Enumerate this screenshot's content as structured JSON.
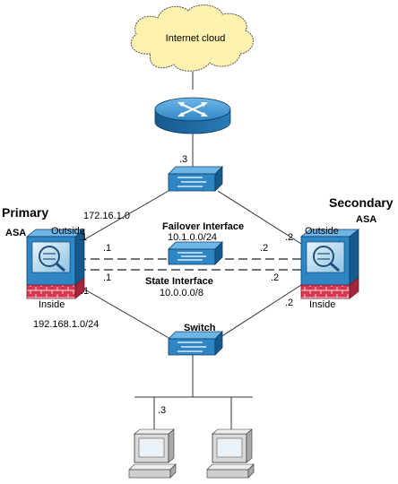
{
  "cloud": {
    "label": "Internet cloud"
  },
  "router": {
    "port_label": ".3"
  },
  "primary": {
    "title": "Primary",
    "subtitle": "ASA",
    "outside": "Outside",
    "inside": "Inside"
  },
  "secondary": {
    "title": "Secondary",
    "subtitle": "ASA",
    "outside": "Outside",
    "inside": "Inside"
  },
  "outside_net": {
    "subnet": "172.16.1.0"
  },
  "failover": {
    "title": "Failover Interface",
    "subnet": "10.1.0.0/24"
  },
  "state": {
    "title": "State Interface",
    "subnet": "10.0.0.0/8"
  },
  "inside_net": {
    "subnet": "192.168.1.0/24",
    "switch_label": "Switch"
  },
  "host_labels": {
    "left_pc": ".3"
  },
  "ip_labels": {
    "primary_outside": ".1",
    "primary_failover": ".1",
    "primary_state": ".1",
    "primary_inside": ".1",
    "secondary_outside": ".2",
    "secondary_outside_link": ".2",
    "secondary_state": ".2",
    "secondary_inside": ".2"
  },
  "colors": {
    "cloud_fill": "#fff2b0",
    "cloud_stroke": "#555555",
    "device_blue": "#2f86c4",
    "device_blue_dark": "#16598c",
    "firewall_red": "#d7384f",
    "pc_gray": "#c9c9c9"
  },
  "icons": [
    "cloud-icon",
    "router-icon",
    "switch-icon",
    "asa-firewall-icon",
    "pc-icon"
  ]
}
